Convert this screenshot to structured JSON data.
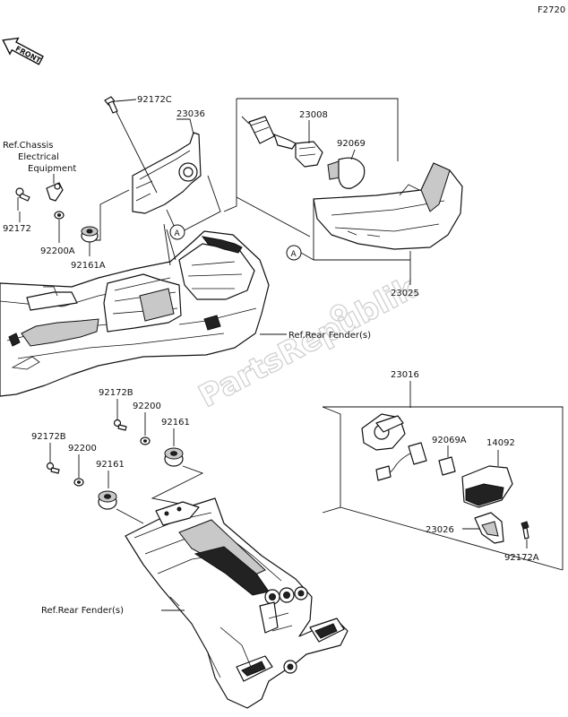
{
  "figure_code": "F2720",
  "front_label": "FRONT",
  "watermark": "PartsRepublik",
  "callout_letter": "A",
  "labels": {
    "p92172C": "92172C",
    "p23036": "23036",
    "p23008": "23008",
    "p92069": "92069",
    "ref_chassis_1": "Ref.Chassis",
    "ref_chassis_2": "Electrical",
    "ref_chassis_3": "Equipment",
    "p92172": "92172",
    "p92200A": "92200A",
    "p92161A": "92161A",
    "p23025": "23025",
    "ref_rear_fender_1": "Ref.Rear Fender(s)",
    "p23016": "23016",
    "p92172B_1": "92172B",
    "p92200_1": "92200",
    "p92161_1": "92161",
    "p92172B_2": "92172B",
    "p92200_2": "92200",
    "p92161_2": "92161",
    "p92069A": "92069A",
    "p14092": "14092",
    "p23026": "23026",
    "p92172A": "92172A",
    "ref_rear_fender_2": "Ref.Rear Fender(s)"
  }
}
